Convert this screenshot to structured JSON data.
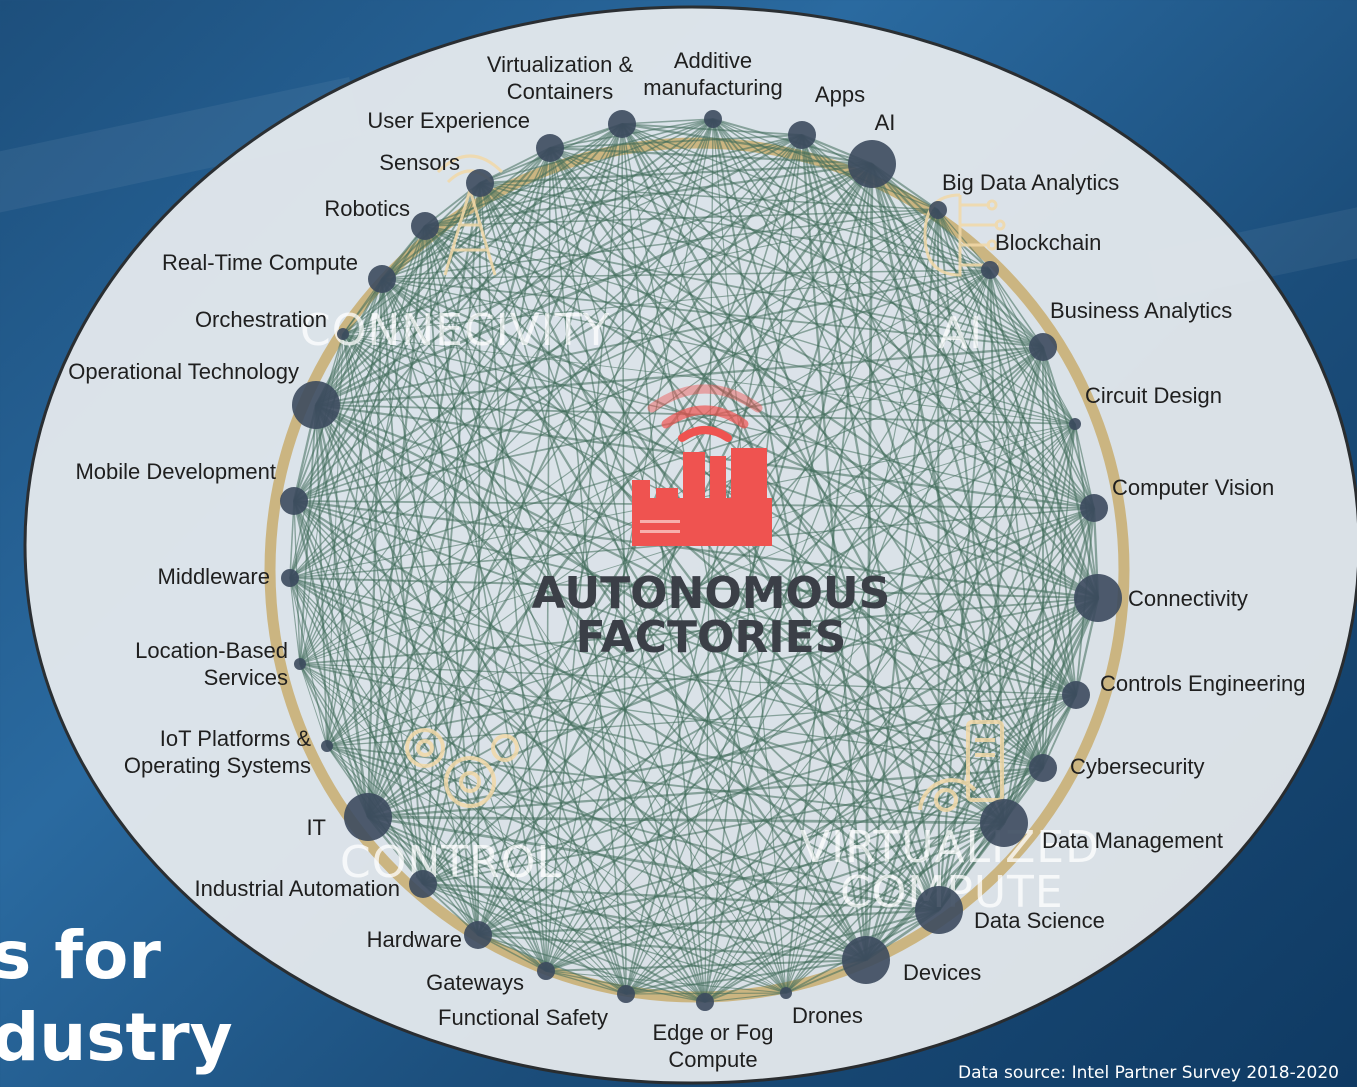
{
  "center": {
    "title_line1": "AUTONOMOUS",
    "title_line2": "FACTORIES"
  },
  "sectors": {
    "connectivity": "CONNECIVITY",
    "ai": "AI",
    "control": "CONTROL",
    "virtualized_line1": "VIRTUALIZED",
    "virtualized_line2": "COMPUTE"
  },
  "footer": {
    "line1": "s for",
    "line2": "dustry"
  },
  "data_source": "Data source: Intel Partner Survey 2018-2020",
  "colors": {
    "edge": "#3f6b5a",
    "node": "#3c4a5e",
    "ring": "#c8ad6e",
    "accent": "#ef5350"
  },
  "icons": [
    "antenna-icon",
    "brain-circuit-icon",
    "gears-icon",
    "server-gauge-icon",
    "factory-icon",
    "wifi-icon"
  ],
  "nodes": [
    {
      "id": "virt",
      "text": [
        "Virtualization &",
        "Containers"
      ],
      "size": "medium"
    },
    {
      "id": "additive",
      "text": [
        "Additive",
        "manufacturing"
      ],
      "size": "small"
    },
    {
      "id": "apps",
      "text": [
        "Apps"
      ],
      "size": "medium"
    },
    {
      "id": "ai",
      "text": [
        "AI"
      ],
      "size": "large"
    },
    {
      "id": "bigdata",
      "text": [
        "Big Data Analytics"
      ],
      "size": "small"
    },
    {
      "id": "blockchain",
      "text": [
        "Blockchain"
      ],
      "size": "small"
    },
    {
      "id": "bizanalytics",
      "text": [
        "Business Analytics"
      ],
      "size": "medium"
    },
    {
      "id": "circuit",
      "text": [
        "Circuit Design"
      ],
      "size": "tiny"
    },
    {
      "id": "vision",
      "text": [
        "Computer Vision"
      ],
      "size": "medium"
    },
    {
      "id": "connectivity",
      "text": [
        "Connectivity"
      ],
      "size": "large"
    },
    {
      "id": "controls",
      "text": [
        "Controls Engineering"
      ],
      "size": "medium"
    },
    {
      "id": "cyber",
      "text": [
        "Cybersecurity"
      ],
      "size": "medium"
    },
    {
      "id": "datamgmt",
      "text": [
        "Data Management"
      ],
      "size": "large"
    },
    {
      "id": "datasci",
      "text": [
        "Data Science"
      ],
      "size": "large"
    },
    {
      "id": "devices",
      "text": [
        "Devices"
      ],
      "size": "large"
    },
    {
      "id": "drones",
      "text": [
        "Drones"
      ],
      "size": "tiny"
    },
    {
      "id": "edge",
      "text": [
        "Edge or Fog",
        "Compute"
      ],
      "size": "small"
    },
    {
      "id": "safety",
      "text": [
        "Functional Safety"
      ],
      "size": "small"
    },
    {
      "id": "gateways",
      "text": [
        "Gateways"
      ],
      "size": "small"
    },
    {
      "id": "hardware",
      "text": [
        "Hardware"
      ],
      "size": "medium"
    },
    {
      "id": "industrial",
      "text": [
        "Industrial Automation"
      ],
      "size": "medium"
    },
    {
      "id": "it",
      "text": [
        "IT"
      ],
      "size": "large"
    },
    {
      "id": "iot",
      "text": [
        "IoT Platforms &",
        "Operating Systems"
      ],
      "size": "tiny"
    },
    {
      "id": "lbs",
      "text": [
        "Location-Based",
        "Services"
      ],
      "size": "tiny"
    },
    {
      "id": "middleware",
      "text": [
        "Middleware"
      ],
      "size": "small"
    },
    {
      "id": "mobile",
      "text": [
        "Mobile Development"
      ],
      "size": "medium"
    },
    {
      "id": "ot",
      "text": [
        "Operational Technology"
      ],
      "size": "large"
    },
    {
      "id": "orch",
      "text": [
        "Orchestration"
      ],
      "size": "tiny"
    },
    {
      "id": "rtc",
      "text": [
        "Real-Time Compute"
      ],
      "size": "medium"
    },
    {
      "id": "robotics",
      "text": [
        "Robotics"
      ],
      "size": "medium"
    },
    {
      "id": "sensors",
      "text": [
        "Sensors"
      ],
      "size": "medium"
    },
    {
      "id": "ux",
      "text": [
        "User Experience"
      ],
      "size": "medium"
    }
  ]
}
